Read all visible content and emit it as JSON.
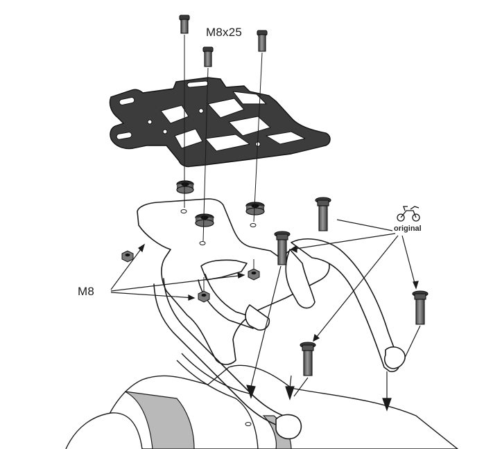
{
  "labels": {
    "bolt_size": "M8x25",
    "nut_size": "M8",
    "original": "original"
  },
  "colors": {
    "line": "#1a1a1a",
    "plate": "#3a3a3a",
    "bolt": "#6a6a6a",
    "background": "#ffffff"
  },
  "icons": {
    "motorcycle": "motorcycle-icon"
  }
}
